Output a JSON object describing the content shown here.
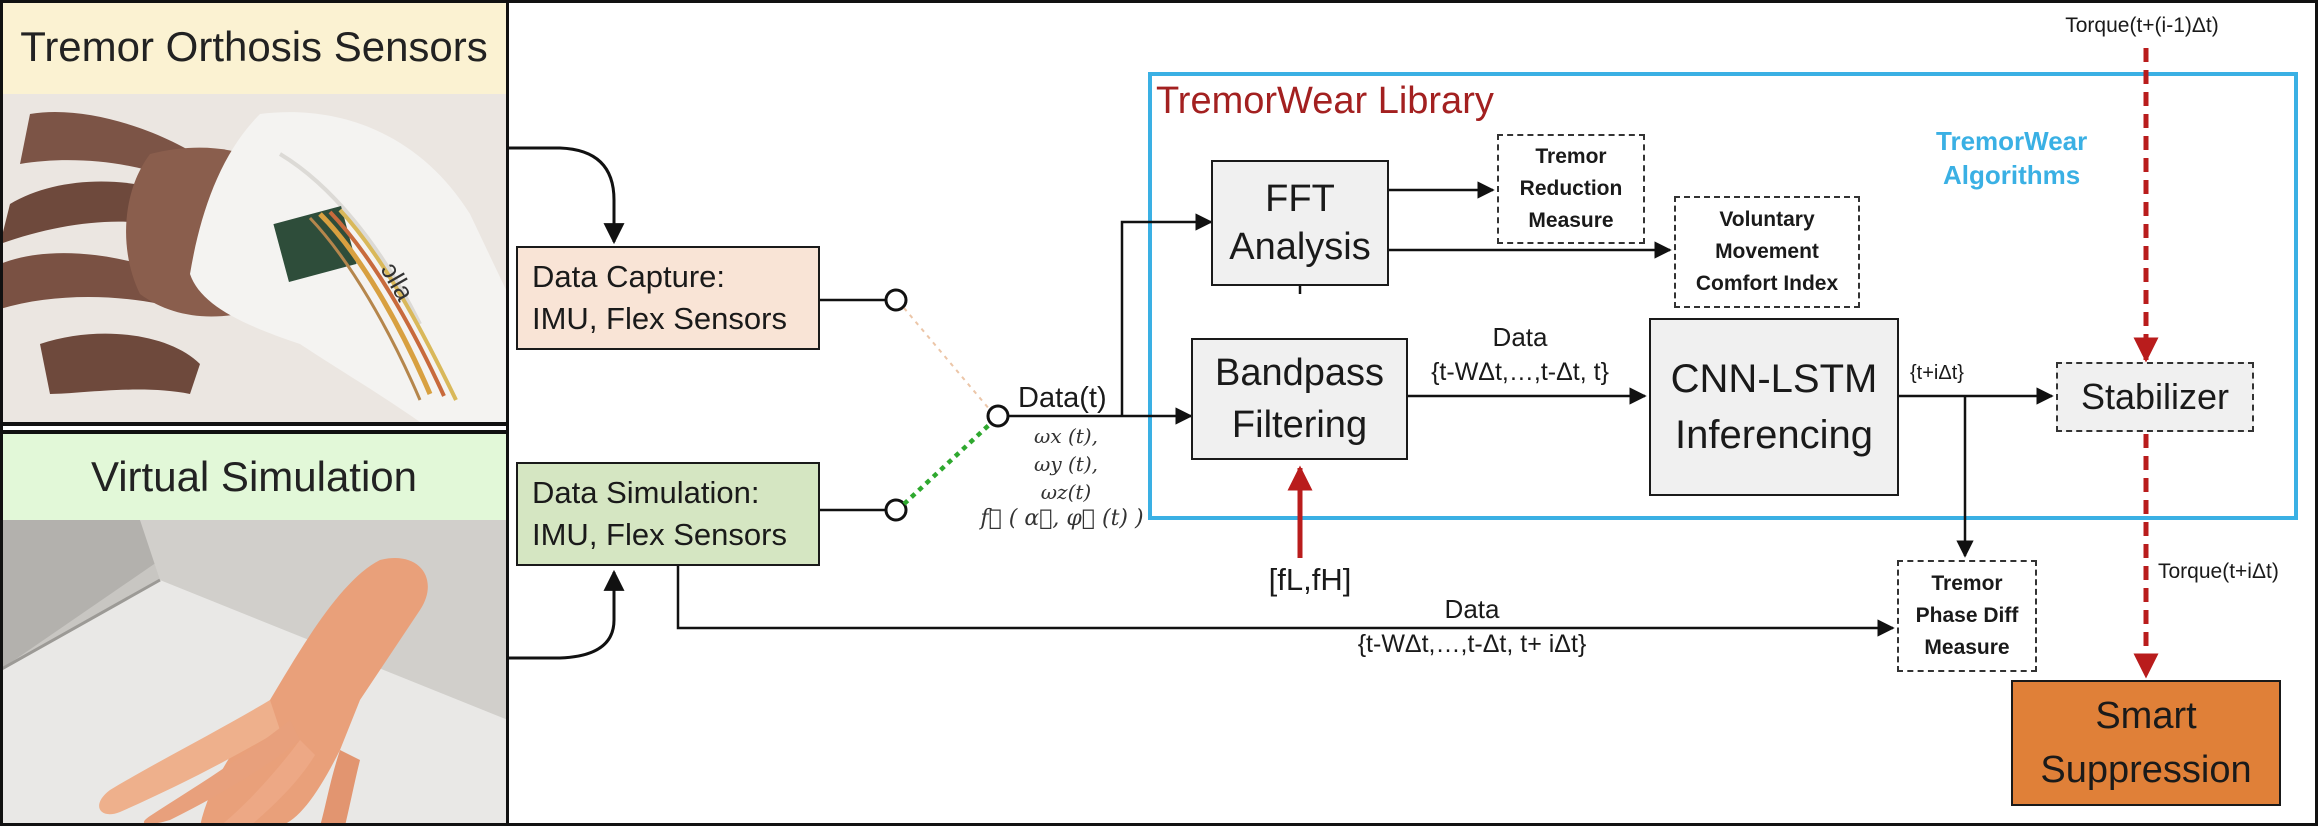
{
  "left_panel": {
    "top_title": "Tremor Orthosis Sensors",
    "bottom_title": "Virtual Simulation",
    "header_color": "#fbf2d2",
    "header2_color": "#e2f8d8",
    "sensor_text": "ɔlla"
  },
  "library": {
    "title": "TremorWear Library",
    "algorithms": [
      "TremorWear",
      "Algorithms"
    ]
  },
  "blocks": {
    "data_capture": [
      "Data Capture:",
      "IMU, Flex Sensors"
    ],
    "data_simulation": [
      "Data Simulation:",
      "IMU, Flex Sensors"
    ],
    "fft": [
      "FFT",
      "Analysis"
    ],
    "bandpass": [
      "Bandpass",
      "Filtering"
    ],
    "cnn": [
      "CNN-LSTM",
      "Inferencing"
    ],
    "stabilizer": "Stabilizer",
    "smart": [
      "Smart",
      "Suppression"
    ],
    "tremor_reduction": [
      "Tremor",
      "Reduction",
      "Measure"
    ],
    "voluntary": [
      "Voluntary",
      "Movement",
      "Comfort Index"
    ],
    "phase_diff": [
      "Tremor",
      "Phase Diff",
      "Measure"
    ]
  },
  "signals": {
    "data_t": "Data(t)",
    "omega_x": "ωx (t),",
    "omega_y": "ωy (t),",
    "omega_z": "ωz(t)",
    "f_vec": "f⃗ ( α⃗, φ⃗ (t) )",
    "data_label": "Data",
    "window": "{t-WΔt,…,t-Δt, t}",
    "pred_time": "{t+iΔt}",
    "freq_bounds": "[fL,fH]",
    "sim_data_label": "Data",
    "sim_window": "{t-WΔt,…,t-Δt, t+ iΔt}",
    "torque_prev": "Torque(t+(i-1)Δt)",
    "torque_next": "Torque(t+iΔt)"
  },
  "colors": {
    "capture_fill": "#f9e4d6",
    "sim_fill": "#d5e6c2",
    "block_fill": "#f0f0f0",
    "smart_fill": "#e08038",
    "library_border": "#3ab0e4",
    "red_arrow": "#b91c1c",
    "green_dots": "#2ea82e"
  }
}
